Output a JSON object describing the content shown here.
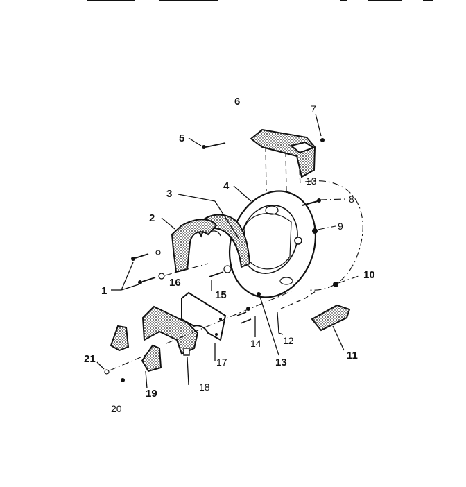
{
  "callouts": {
    "c1": "1",
    "c2": "2",
    "c3": "3",
    "c4": "4",
    "c5": "5",
    "c6": "6",
    "c7": "7",
    "c8": "8",
    "c9": "9",
    "c10": "10",
    "c11": "11",
    "c12": "12",
    "c13": "13",
    "c13b": "13",
    "c14": "14",
    "c15": "15",
    "c16": "16",
    "c17": "17",
    "c18": "18",
    "c19": "19",
    "c20": "20",
    "c21": "21"
  },
  "colors": {
    "ink": "#111111",
    "paper": "#ffffff"
  }
}
